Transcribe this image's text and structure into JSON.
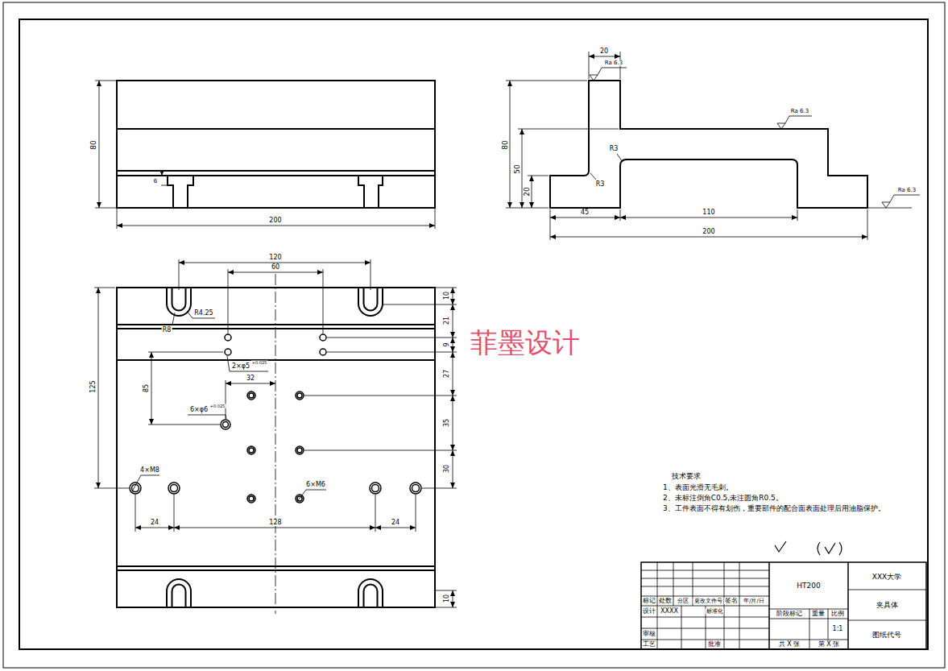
{
  "diagram": {
    "labels": [
      "80",
      "6",
      "200",
      "20",
      "Ra 6.3",
      "Ra 6.3",
      "Ra 6.3",
      "R3",
      "R3",
      "80",
      "50",
      "20",
      "45",
      "110",
      "200",
      "120",
      "60",
      "R4.25",
      "R8",
      "2×φ5",
      "+0.025",
      "85",
      "125",
      "32",
      "6×φ6",
      "+0.025",
      "4×M8",
      "6×M6",
      "24",
      "128",
      "24",
      "10",
      "21",
      "9",
      "27",
      "35",
      "30",
      "10",
      "菲墨设计",
      "技术要求",
      "1、表面光滑无毛刺。",
      "2、未标注倒角C0.5,未注圆角R0.5。",
      "3、工件表面不得有划伤，重要部件的配合面表面处理后用油脂保护。",
      "标记",
      "处数",
      "分区",
      "更改文件号",
      "签名",
      "年/月/日",
      "设计",
      "XXXX",
      "标准化",
      "审核",
      "工艺",
      "批准",
      "HT200",
      "阶段标记",
      "重量",
      "比例",
      "1:1",
      "共 X 张",
      "第 X 张",
      "XXX大学",
      "夹具体",
      "图纸代号"
    ]
  }
}
